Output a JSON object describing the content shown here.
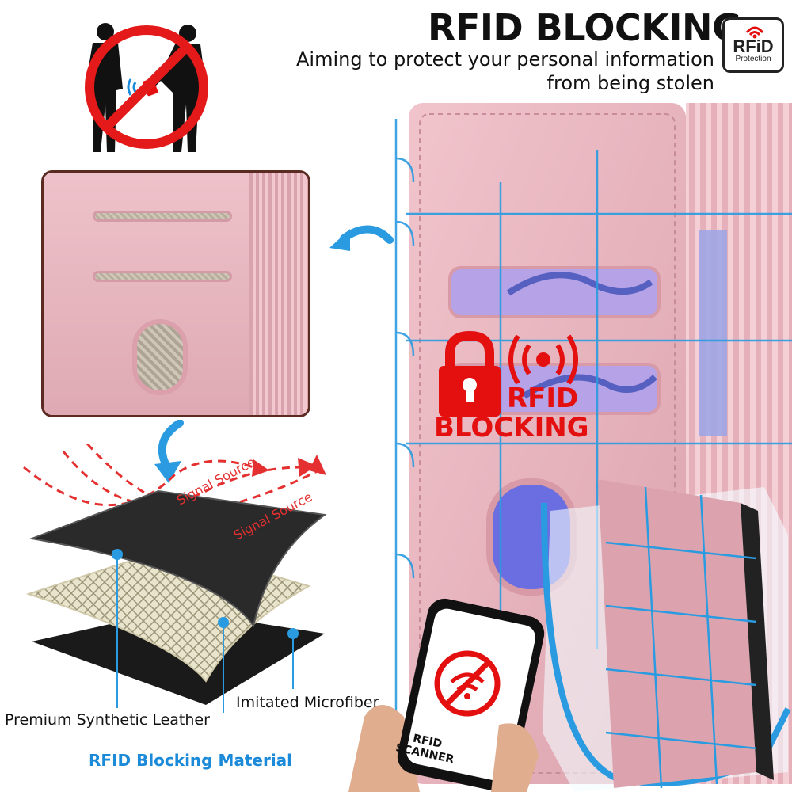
{
  "header": {
    "title": "RFID BLOCKING",
    "subtitle_line1": "Aiming to protect your personal information",
    "subtitle_line2": "from being stolen"
  },
  "badge": {
    "label": "RFiD",
    "sublabel": "Protection"
  },
  "wallet_overlay": {
    "line1": "RFID",
    "line2": "BLOCKING"
  },
  "layers": {
    "signal_source_1": "Signal Source",
    "signal_source_2": "Signal Source",
    "premium": "Premium Synthetic Leather",
    "microfiber": "Imitated Microfiber",
    "rfid_material": "RFID Blocking Material"
  },
  "scanner": {
    "line1": "RFID",
    "line2": "SCANNER"
  },
  "colors": {
    "pink": "#e8b4bf",
    "red": "#e41010",
    "blue": "#1a8ad9",
    "dark": "#111111"
  }
}
